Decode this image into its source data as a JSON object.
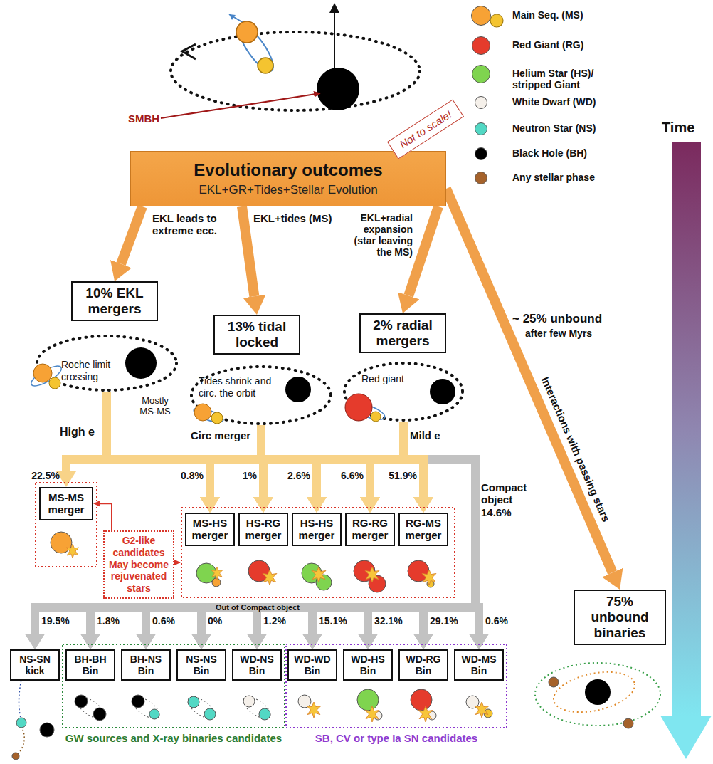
{
  "diagram": {
    "nodes": [
      {
        "text": [
          "Evolutionary outcomes",
          "EKL+GR+Tides+Stellar Evolution"
        ]
      },
      {
        "text": [
          "Not to scale!"
        ]
      },
      {
        "text": [
          "10% EKL mergers"
        ]
      },
      {
        "text": [
          "Roche limit crossing"
        ]
      },
      {
        "text": [
          "13% tidal locked"
        ]
      },
      {
        "text": [
          "Tides shrink and circ. the orbit"
        ]
      },
      {
        "text": [
          "2% radial mergers"
        ]
      },
      {
        "text": [
          "Red giant"
        ]
      },
      {
        "text": [
          "MS-MS merger"
        ]
      },
      {
        "text": [
          "G2-like candidates May become rejuvenated stars"
        ]
      },
      {
        "text": [
          "MS-HS merger"
        ]
      },
      {
        "text": [
          "HS-RG merger"
        ]
      },
      {
        "text": [
          "HS-HS merger"
        ]
      },
      {
        "text": [
          "RG-RG merger"
        ]
      },
      {
        "text": [
          "RG-MS merger"
        ]
      },
      {
        "text": [
          "75% unbound binaries"
        ]
      },
      {
        "text": [
          "NS-SN kick"
        ]
      },
      {
        "text": [
          "BH-BH Bin"
        ]
      },
      {
        "text": [
          "BH-NS Bin"
        ]
      },
      {
        "text": [
          "NS-NS Bin"
        ]
      },
      {
        "text": [
          "WD-NS Bin"
        ]
      },
      {
        "text": [
          "WD-WD Bin"
        ]
      },
      {
        "text": [
          "WD-HS Bin"
        ]
      },
      {
        "text": [
          "WD-RG Bin"
        ]
      },
      {
        "text": [
          "WD-MS Bin"
        ]
      }
    ],
    "edges": [
      {
        "from": 0,
        "to": 2,
        "arrow": "to"
      },
      {
        "from": 0,
        "to": 4,
        "arrow": "to"
      },
      {
        "from": 0,
        "to": 6,
        "arrow": "to"
      },
      {
        "from": 0,
        "to": 15,
        "arrow": "to"
      },
      {
        "from": 3,
        "to": 8,
        "arrow": "to"
      },
      {
        "from": 3,
        "to": 10,
        "arrow": "to"
      },
      {
        "from": 3,
        "to": 11,
        "arrow": "to"
      },
      {
        "from": 3,
        "to": 12,
        "arrow": "to"
      },
      {
        "from": 3,
        "to": 13,
        "arrow": "to"
      },
      {
        "from": 3,
        "to": 14,
        "arrow": "to"
      },
      {
        "from": 5,
        "to": 10,
        "arrow": "to"
      },
      {
        "from": 5,
        "to": 11,
        "arrow": "to"
      },
      {
        "from": 5,
        "to": 12,
        "arrow": "to"
      },
      {
        "from": 5,
        "to": 13,
        "arrow": "to"
      },
      {
        "from": 5,
        "to": 14,
        "arrow": "to"
      },
      {
        "from": 7,
        "to": 10,
        "arrow": "to"
      },
      {
        "from": 7,
        "to": 11,
        "arrow": "to"
      },
      {
        "from": 7,
        "to": 12,
        "arrow": "to"
      },
      {
        "from": 7,
        "to": 13,
        "arrow": "to"
      },
      {
        "from": 7,
        "to": 14,
        "arrow": "to"
      },
      {
        "from": 3,
        "to": 16,
        "arrow": "to"
      },
      {
        "from": 3,
        "to": 17,
        "arrow": "to"
      },
      {
        "from": 3,
        "to": 18,
        "arrow": "to"
      },
      {
        "from": 3,
        "to": 19,
        "arrow": "to"
      },
      {
        "from": 3,
        "to": 20,
        "arrow": "to"
      },
      {
        "from": 3,
        "to": 21,
        "arrow": "to"
      },
      {
        "from": 3,
        "to": 22,
        "arrow": "to"
      },
      {
        "from": 3,
        "to": 23,
        "arrow": "to"
      },
      {
        "from": 3,
        "to": 24,
        "arrow": "to"
      },
      {
        "from": 5,
        "to": 16,
        "arrow": "to"
      },
      {
        "from": 5,
        "to": 17,
        "arrow": "to"
      },
      {
        "from": 5,
        "to": 18,
        "arrow": "to"
      },
      {
        "from": 5,
        "to": 19,
        "arrow": "to"
      },
      {
        "from": 5,
        "to": 20,
        "arrow": "to"
      },
      {
        "from": 5,
        "to": 21,
        "arrow": "to"
      },
      {
        "from": 5,
        "to": 22,
        "arrow": "to"
      },
      {
        "from": 5,
        "to": 23,
        "arrow": "to"
      },
      {
        "from": 5,
        "to": 24,
        "arrow": "to"
      },
      {
        "from": 7,
        "to": 16,
        "arrow": "to"
      },
      {
        "from": 7,
        "to": 17,
        "arrow": "to"
      },
      {
        "from": 7,
        "to": 18,
        "arrow": "to"
      },
      {
        "from": 7,
        "to": 19,
        "arrow": "to"
      },
      {
        "from": 7,
        "to": 20,
        "arrow": "to"
      },
      {
        "from": 7,
        "to": 21,
        "arrow": "to"
      },
      {
        "from": 7,
        "to": 22,
        "arrow": "to"
      },
      {
        "from": 7,
        "to": 23,
        "arrow": "to"
      },
      {
        "from": 7,
        "to": 24,
        "arrow": "to"
      },
      {
        "from": 9,
        "to": 8,
        "arrow": "to"
      }
    ],
    "labels": [
      "SMBH",
      "Time",
      "EKL leads to extreme ecc.",
      "EKL+tides (MS)",
      "EKL+radial expansion (star leaving the MS)",
      "~ 25% unbound",
      "after few Myrs",
      "Interactions with passing stars",
      "Mostly MS-MS",
      "High e",
      "Circ merger",
      "Mild e",
      "22.5%",
      "0.8%",
      "1%",
      "2.6%",
      "6.6%",
      "51.9%",
      "Compact object 14.6%",
      "Out of Compact object",
      "19.5%",
      "1.8%",
      "0.6%",
      "0%",
      "1.2%",
      "15.1%",
      "32.1%",
      "29.1%",
      "0.6%",
      "GW sources and X-ray binaries candidates",
      "SB, CV or type Ia SN candidates"
    ],
    "legend": [
      {
        "text": "Main Seq. (MS)",
        "color": "#f7a235"
      },
      {
        "text": "Red Giant (RG)",
        "color": "#e53b2c"
      },
      {
        "text": "Helium Star (HS)/ stripped Giant",
        "color": "#7fd44f"
      },
      {
        "text": "White Dwarf (WD)",
        "color": "#f5f0ea"
      },
      {
        "text": "Neutron Star (NS)",
        "color": "#52d8c4"
      },
      {
        "text": "Black Hole (BH)",
        "color": "#000000"
      },
      {
        "text": "Any stellar phase",
        "color": "#a5622b"
      }
    ]
  }
}
